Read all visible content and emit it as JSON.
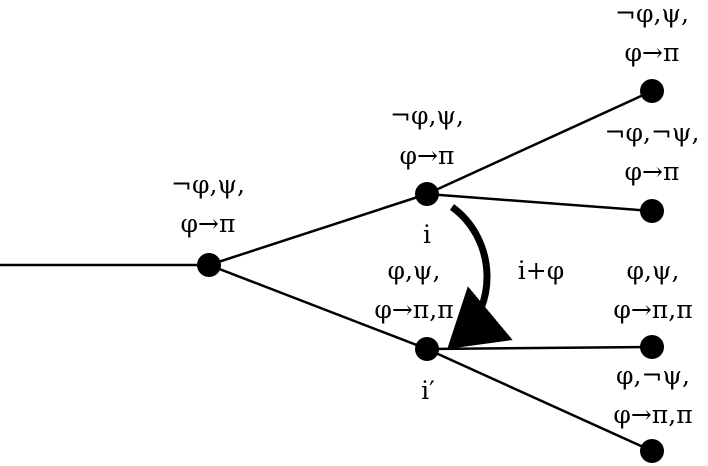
{
  "colors": {
    "ink": "#000000",
    "background": "#ffffff"
  },
  "nodes": {
    "root": {
      "label_line1": "¬φ,ψ,",
      "label_line2": "φ→π"
    },
    "i": {
      "label_line1": "¬φ,ψ,",
      "label_line2": "φ→π",
      "name": "i"
    },
    "i_prime": {
      "label_line1": "φ,ψ,",
      "label_line2": "φ→π,π",
      "name": "i′"
    },
    "leaf1": {
      "label_line1": "¬φ,ψ,",
      "label_line2": "φ→π"
    },
    "leaf2": {
      "label_line1": "¬φ,¬ψ,",
      "label_line2": "φ→π"
    },
    "leaf3": {
      "label_line1": "φ,ψ,",
      "label_line2": "φ→π,π"
    },
    "leaf4": {
      "label_line1": "φ,¬ψ,",
      "label_line2": "φ→π,π"
    }
  },
  "update_arrow": {
    "label": "i+φ"
  }
}
